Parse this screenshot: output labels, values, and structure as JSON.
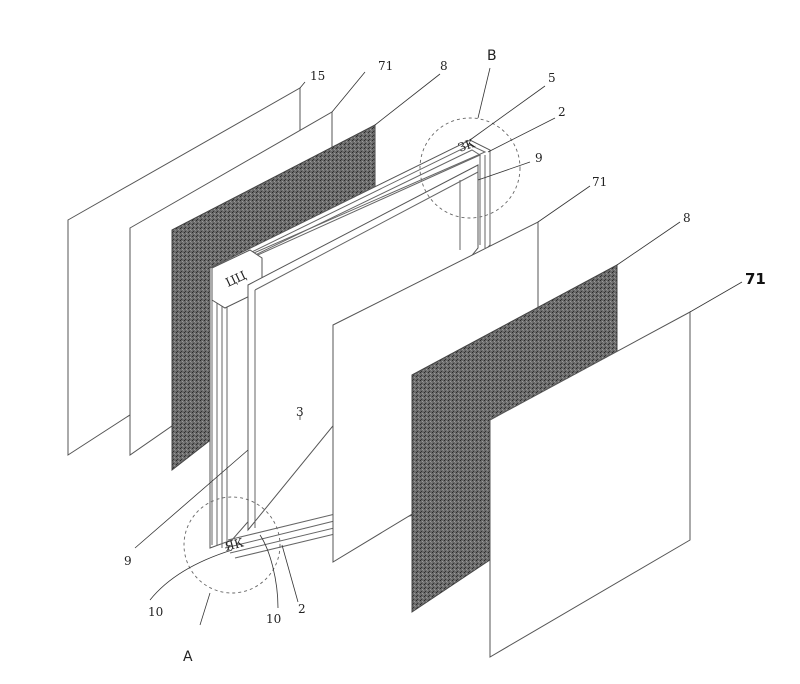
{
  "labels": {
    "l15": "15",
    "l71_top": "71",
    "l8_top": "8",
    "lB": "B",
    "l5": "5",
    "l2_top": "2",
    "l9_right": "9",
    "l71_mid": "71",
    "l8_right": "8",
    "l71_big": "71",
    "l3": "3",
    "l9_left": "9",
    "l10_left": "10",
    "l10_mid": "10",
    "l2_bottom": "2",
    "lA": "A"
  },
  "frame_marks": {
    "top_mark": "ЗК",
    "side_mark": "ЦЦ",
    "bottom_mark": "ЯК"
  },
  "colors": {
    "line": "#555555",
    "dark_fill": "#5a5a5a",
    "background": "#ffffff"
  }
}
